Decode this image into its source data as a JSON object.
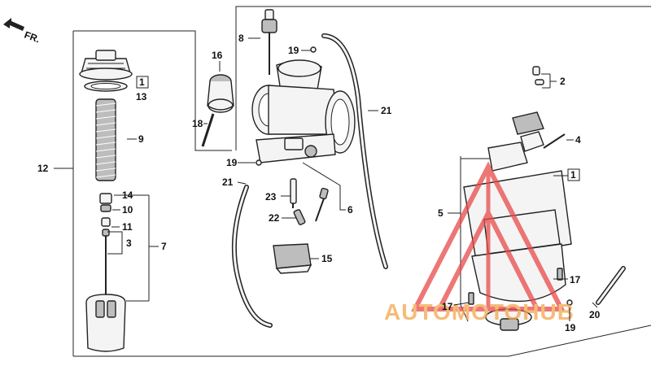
{
  "diagram": {
    "direction": "FR.",
    "watermark": "AUTOMOTOHUB",
    "colors": {
      "line": "#222222",
      "watermark_red": "#e84a4a",
      "watermark_orange": "#f2a64a"
    },
    "callouts": [
      "1",
      "1",
      "2",
      "3",
      "4",
      "5",
      "6",
      "7",
      "8",
      "9",
      "10",
      "11",
      "12",
      "13",
      "14",
      "15",
      "16",
      "17",
      "17",
      "18",
      "19",
      "19",
      "19",
      "20",
      "21",
      "21",
      "22",
      "23"
    ]
  }
}
